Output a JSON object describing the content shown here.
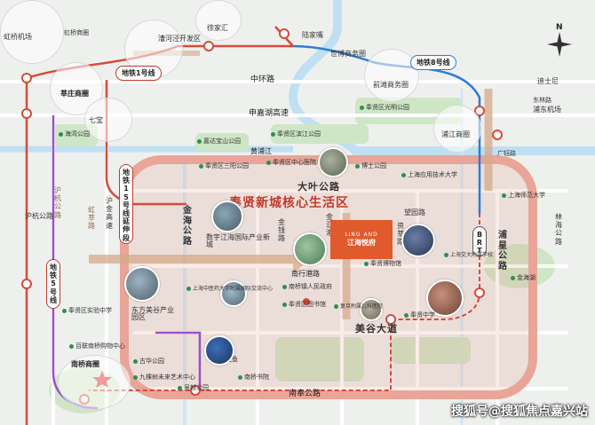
{
  "top_pois": {
    "hongqiao_airport": "虹桥机场",
    "hongqiao_shanghui": "虹桥商圈",
    "caohejing": "漕河泾开发区",
    "xujiahui": "徐家汇",
    "lujiazui": "陆家嘴",
    "shibo": "世博商务圈",
    "qiantan": "前滩商务圈",
    "xinzhuang": "莘庄商圈",
    "qibao": "七宝",
    "pujiang_shanghui": "浦江商圈",
    "pudong_airport": "浦东机场",
    "dishini": "迪士尼"
  },
  "metro": {
    "line1": "地铁1号线",
    "line8": "地铁8号线",
    "line15": "地铁15号线延伸段",
    "line5": "地铁5号线",
    "hongxin": "虹莘路",
    "huhang_top": "沪杭公路",
    "huhang_road": "沪杭公路",
    "hujin": "沪金高速",
    "brt": "BRT"
  },
  "roads": {
    "zhonghuan": "中环路",
    "zhongjia": "申嘉湖高速",
    "nanfeng": "南奉公路",
    "daye": "大叶公路",
    "jinhai": "金海公路",
    "nanxinggang": "南行港路",
    "pusheng": "浦星公路",
    "meigu": "美谷大道",
    "jinqian": "金钱路",
    "jinshi": "金汇港",
    "zixin": "资莘路",
    "wangxiang": "望园路",
    "linhai": "林海公路",
    "yanguang": "广钰路",
    "donglin": "东林路",
    "river": "黄浦江"
  },
  "headline": "奉贤新城核心生活区",
  "districts": {
    "digital": "数字江海国际产业新城",
    "dongfang": "东方美谷产业园区",
    "wuxi": "上海之鱼",
    "south_gate": "南桥商圈"
  },
  "project": {
    "brand": "LING AND",
    "name": "江海悦府"
  },
  "pois": [
    {
      "text": "嘉达宝山公园"
    },
    {
      "text": "奉贤区三阳公园"
    },
    {
      "text": "博士公园"
    },
    {
      "text": "奉贤区滨江公园"
    },
    {
      "text": "海湾公园"
    },
    {
      "text": "奉贤区光明公园"
    },
    {
      "text": "上海中医药大学附属国际交流中心"
    },
    {
      "text": "复旦附属儿科医院"
    },
    {
      "text": "上海交大附属学校"
    },
    {
      "text": "奉贤区中心医院"
    },
    {
      "text": "九棵树未来艺术中心"
    },
    {
      "text": "奉贤博物馆"
    },
    {
      "text": "南桥镇人民政府"
    },
    {
      "text": "奉贤区图书馆"
    },
    {
      "text": "上海应用技术大学"
    },
    {
      "text": "上海师范大学"
    },
    {
      "text": "奉贤区实验中学"
    },
    {
      "text": "金海湖"
    },
    {
      "text": "古华公园"
    },
    {
      "text": "百联南桥购物中心"
    },
    {
      "text": "吴越公园"
    },
    {
      "text": "奉贤中学"
    },
    {
      "text": "南桥书院"
    }
  ],
  "watermark": "搜狐号@搜狐焦点嘉兴站",
  "compass": "N"
}
